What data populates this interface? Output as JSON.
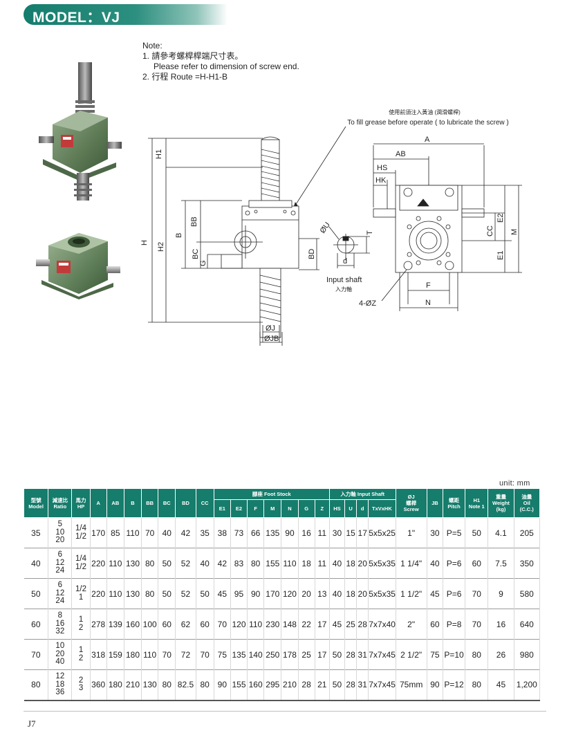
{
  "header": {
    "title": "MODEL：VJ"
  },
  "notes": {
    "title": "Note:",
    "items": [
      {
        "num": "1.",
        "zh": "請參考螺桿桿端尺寸表。",
        "en": "Please refer to dimension of screw end."
      },
      {
        "num": "2.",
        "text": "行程 Route =H-H1-B"
      }
    ]
  },
  "drawing": {
    "grease_zh": "使用前須注入黃油 (潤滑螺桿)",
    "grease_en": "To fill grease before operate ( to lubricate the screw )",
    "input_shaft_en": "Input  shaft",
    "input_shaft_zh": "入力軸",
    "labels": {
      "h1": "H1",
      "h": "H",
      "h2": "H2",
      "bb": "BB",
      "b": "B",
      "bc": "BC",
      "g": "G",
      "bd": "BD",
      "phi_j": "ØJ",
      "phi_jb": "ØJB",
      "phi_u": "ØU",
      "d": "d",
      "t": "T",
      "a": "A",
      "ab": "AB",
      "hs": "HS",
      "hk": "HK",
      "cc": "CC",
      "e2": "E2",
      "m": "M",
      "e1": "E1",
      "f": "F",
      "n": "N",
      "four_z": "4-ØZ"
    }
  },
  "table": {
    "unit": "unit: mm",
    "headers": {
      "model": [
        "型號",
        "Model"
      ],
      "ratio": [
        "減速比",
        "Ratio"
      ],
      "hp": [
        "馬力",
        "HP"
      ],
      "a": "A",
      "ab": "AB",
      "b": "B",
      "bb": "BB",
      "bc": "BC",
      "bd": "BD",
      "cc": "CC",
      "foot_stock": "腳座 Foot Stock",
      "e1": "E1",
      "e2": "E2",
      "f": "F",
      "m": "M",
      "n": "N",
      "g": "G",
      "z": "Z",
      "input_shaft": "入力軸 Input Shaft",
      "hs": "HS",
      "u": "U",
      "d": "d",
      "txvxhk": "TxVxHK",
      "screw": [
        "ØJ",
        "螺桿",
        "Screw"
      ],
      "jb": "JB",
      "pitch": [
        "螺距",
        "Pitch"
      ],
      "h1": [
        "H1",
        "Note 1"
      ],
      "weight": [
        "重量",
        "Weight",
        "(kg)"
      ],
      "oil": [
        "油量",
        "Oil",
        "(C.C.)"
      ]
    },
    "rows": [
      {
        "model": "35",
        "ratio": [
          "5",
          "10",
          "20"
        ],
        "hp": [
          "1/4",
          "1/2"
        ],
        "a": "170",
        "ab": "85",
        "b": "110",
        "bb": "70",
        "bc": "40",
        "bd": "42",
        "cc": "35",
        "e1": "38",
        "e2": "73",
        "f": "66",
        "m": "135",
        "n": "90",
        "g": "16",
        "z": "11",
        "hs": "30",
        "u": "15",
        "d": "17",
        "txvxhk": "5x5x25",
        "screw": "1\"",
        "jb": "30",
        "pitch": "P=5",
        "h1": "50",
        "weight": "4.1",
        "oil": "205"
      },
      {
        "model": "40",
        "ratio": [
          "6",
          "12",
          "24"
        ],
        "hp": [
          "1/4",
          "1/2"
        ],
        "a": "220",
        "ab": "110",
        "b": "130",
        "bb": "80",
        "bc": "50",
        "bd": "52",
        "cc": "40",
        "e1": "42",
        "e2": "83",
        "f": "80",
        "m": "155",
        "n": "110",
        "g": "18",
        "z": "11",
        "hs": "40",
        "u": "18",
        "d": "20",
        "txvxhk": "5x5x35",
        "screw": "1 1/4\"",
        "jb": "40",
        "pitch": "P=6",
        "h1": "60",
        "weight": "7.5",
        "oil": "350"
      },
      {
        "model": "50",
        "ratio": [
          "6",
          "12",
          "24"
        ],
        "hp": [
          "1/2",
          "1"
        ],
        "a": "220",
        "ab": "110",
        "b": "130",
        "bb": "80",
        "bc": "50",
        "bd": "52",
        "cc": "50",
        "e1": "45",
        "e2": "95",
        "f": "90",
        "m": "170",
        "n": "120",
        "g": "20",
        "z": "13",
        "hs": "40",
        "u": "18",
        "d": "20",
        "txvxhk": "5x5x35",
        "screw": "1 1/2\"",
        "jb": "45",
        "pitch": "P=6",
        "h1": "70",
        "weight": "9",
        "oil": "580"
      },
      {
        "model": "60",
        "ratio": [
          "8",
          "16",
          "32"
        ],
        "hp": [
          "1",
          "2"
        ],
        "a": "278",
        "ab": "139",
        "b": "160",
        "bb": "100",
        "bc": "60",
        "bd": "62",
        "cc": "60",
        "e1": "70",
        "e2": "120",
        "f": "110",
        "m": "230",
        "n": "148",
        "g": "22",
        "z": "17",
        "hs": "45",
        "u": "25",
        "d": "28",
        "txvxhk": "7x7x40",
        "screw": "2\"",
        "jb": "60",
        "pitch": "P=8",
        "h1": "70",
        "weight": "16",
        "oil": "640"
      },
      {
        "model": "70",
        "ratio": [
          "10",
          "20",
          "40"
        ],
        "hp": [
          "1",
          "2"
        ],
        "a": "318",
        "ab": "159",
        "b": "180",
        "bb": "110",
        "bc": "70",
        "bd": "72",
        "cc": "70",
        "e1": "75",
        "e2": "135",
        "f": "140",
        "m": "250",
        "n": "178",
        "g": "25",
        "z": "17",
        "hs": "50",
        "u": "28",
        "d": "31",
        "txvxhk": "7x7x45",
        "screw": "2 1/2\"",
        "jb": "75",
        "pitch": "P=10",
        "h1": "80",
        "weight": "26",
        "oil": "980"
      },
      {
        "model": "80",
        "ratio": [
          "12",
          "18",
          "36"
        ],
        "hp": [
          "2",
          "3"
        ],
        "a": "360",
        "ab": "180",
        "b": "210",
        "bb": "130",
        "bc": "80",
        "bd": "82.5",
        "cc": "80",
        "e1": "90",
        "e2": "155",
        "f": "160",
        "m": "295",
        "n": "210",
        "g": "28",
        "z": "21",
        "hs": "50",
        "u": "28",
        "d": "31",
        "txvxhk": "7x7x45",
        "screw": "75mm",
        "jb": "90",
        "pitch": "P=12",
        "h1": "80",
        "weight": "45",
        "oil": "1,200"
      }
    ]
  },
  "footer": {
    "page": "J7"
  }
}
